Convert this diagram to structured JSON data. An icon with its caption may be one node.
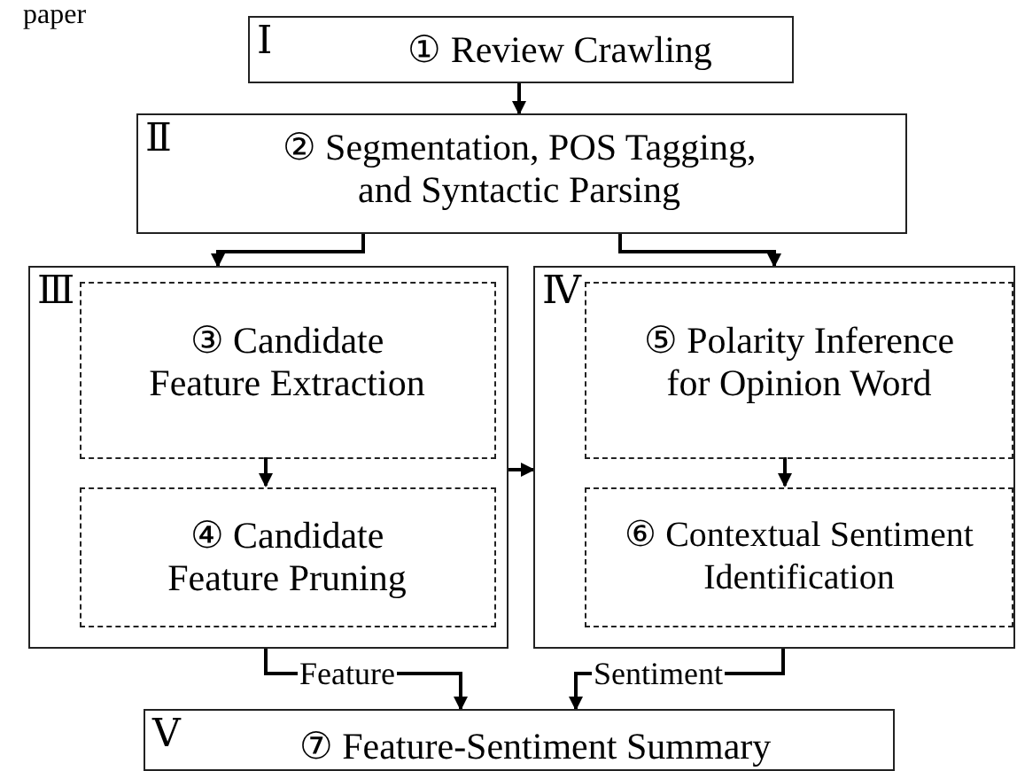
{
  "diagram": {
    "nodes": [
      {
        "text": [
          "Ⅰ",
          "① Review Crawling"
        ]
      },
      {
        "text": [
          "Ⅱ",
          "② Segmentation, POS Tagging, and Syntactic Parsing"
        ]
      },
      {
        "text": [
          "Ⅲ"
        ]
      },
      {
        "text": [
          "③ Candidate Feature Extraction"
        ],
        "in": 2
      },
      {
        "text": [
          "④ Candidate Feature Pruning"
        ],
        "in": 2
      },
      {
        "text": [
          "Ⅳ"
        ]
      },
      {
        "text": [
          "⑤ Polarity Inference for Opinion Word"
        ],
        "in": 5
      },
      {
        "text": [
          "⑥ Contextual Sentiment Identification"
        ],
        "in": 5
      },
      {
        "text": [
          "Ⅴ",
          "⑦ Feature-Sentiment Summary"
        ]
      }
    ],
    "edges": [
      {
        "from": 0,
        "to": 1,
        "arrow": "to"
      },
      {
        "from": 1,
        "to": 2,
        "arrow": "to"
      },
      {
        "from": 1,
        "to": 5,
        "arrow": "to"
      },
      {
        "from": 3,
        "to": 4,
        "arrow": "to"
      },
      {
        "from": 6,
        "to": 7,
        "arrow": "to"
      },
      {
        "from": 2,
        "to": 5,
        "arrow": "to"
      },
      {
        "from": 2,
        "to": 8,
        "arrow": "to",
        "label": "Feature"
      },
      {
        "from": 5,
        "to": 8,
        "arrow": "to",
        "label": "Sentiment"
      }
    ],
    "labels": [
      "paper"
    ]
  }
}
